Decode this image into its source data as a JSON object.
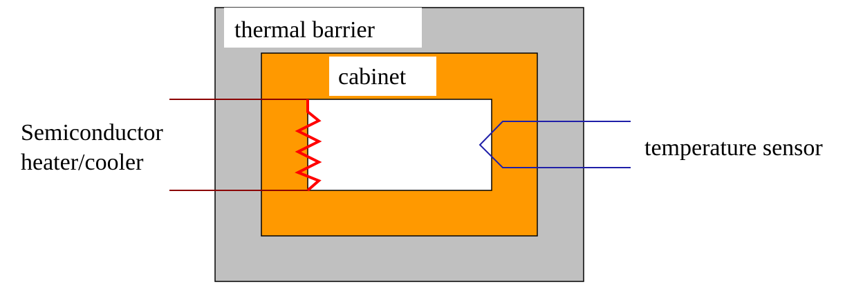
{
  "labels": {
    "thermal_barrier": "thermal barrier",
    "cabinet": "cabinet",
    "heater_line1": "Semiconductor",
    "heater_line2": "heater/cooler",
    "sensor": "temperature sensor"
  },
  "colors": {
    "thermal_barrier_fill": "#c0c0c0",
    "cabinet_fill": "#ff9900",
    "chamber_fill": "#ffffff",
    "heater_wire": "#8b0000",
    "heater_element": "#ff0000",
    "sensor_wire": "#1f1fa8",
    "outline": "#000000"
  }
}
